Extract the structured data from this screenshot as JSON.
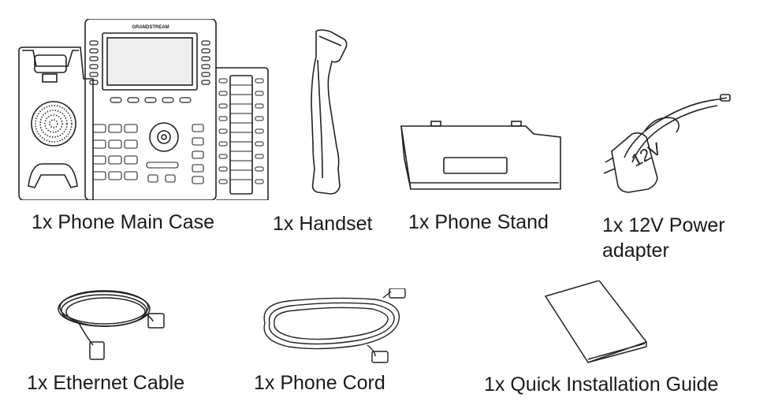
{
  "phone_brand": "GRANDSTREAM",
  "adapter_print": "12V",
  "items": [
    {
      "icon": "phone-main-case-icon",
      "label": "1x Phone Main Case"
    },
    {
      "icon": "handset-icon",
      "label": "1x Handset"
    },
    {
      "icon": "phone-stand-icon",
      "label": "1x Phone Stand"
    },
    {
      "icon": "power-adapter-icon",
      "label": "1x 12V Power",
      "label_line2": "adapter"
    },
    {
      "icon": "ethernet-cable-icon",
      "label": "1x Ethernet Cable"
    },
    {
      "icon": "phone-cord-icon",
      "label": "1x Phone Cord"
    },
    {
      "icon": "quick-installation-guide-icon",
      "label": "1x Quick Installation Guide"
    }
  ]
}
